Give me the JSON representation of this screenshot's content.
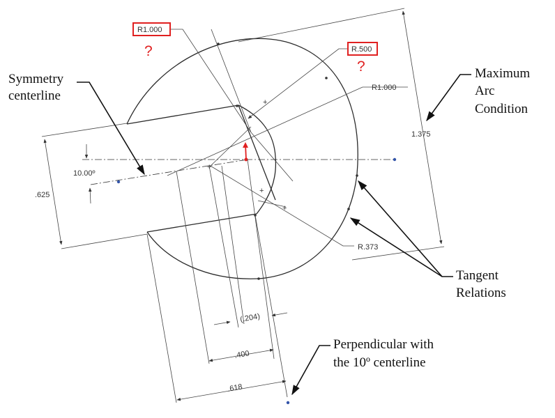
{
  "colors": {
    "highlight": "#e02020",
    "ink": "#2a2a2a",
    "point": "#3355aa"
  },
  "dimensions": {
    "r1000_top": "R1.000",
    "r500": "R.500",
    "r1000_right": "R1.000",
    "r373": "R.373",
    "angle": "10.00º",
    "width_625": ".625",
    "length_1375": "1.375",
    "ref_204": "(.204)",
    "len_400": ".400",
    "len_618": ".618"
  },
  "marks": {
    "question": "?"
  },
  "annotations": {
    "symmetry_line1": "Symmetry",
    "symmetry_line2": "centerline",
    "max_arc_line1": "Maximum",
    "max_arc_line2": "Arc",
    "max_arc_line3": "Condition",
    "tangent_line1": "Tangent",
    "tangent_line2": "Relations",
    "perp_line1": "Perpendicular with",
    "perp_line2": "the 10º centerline"
  }
}
